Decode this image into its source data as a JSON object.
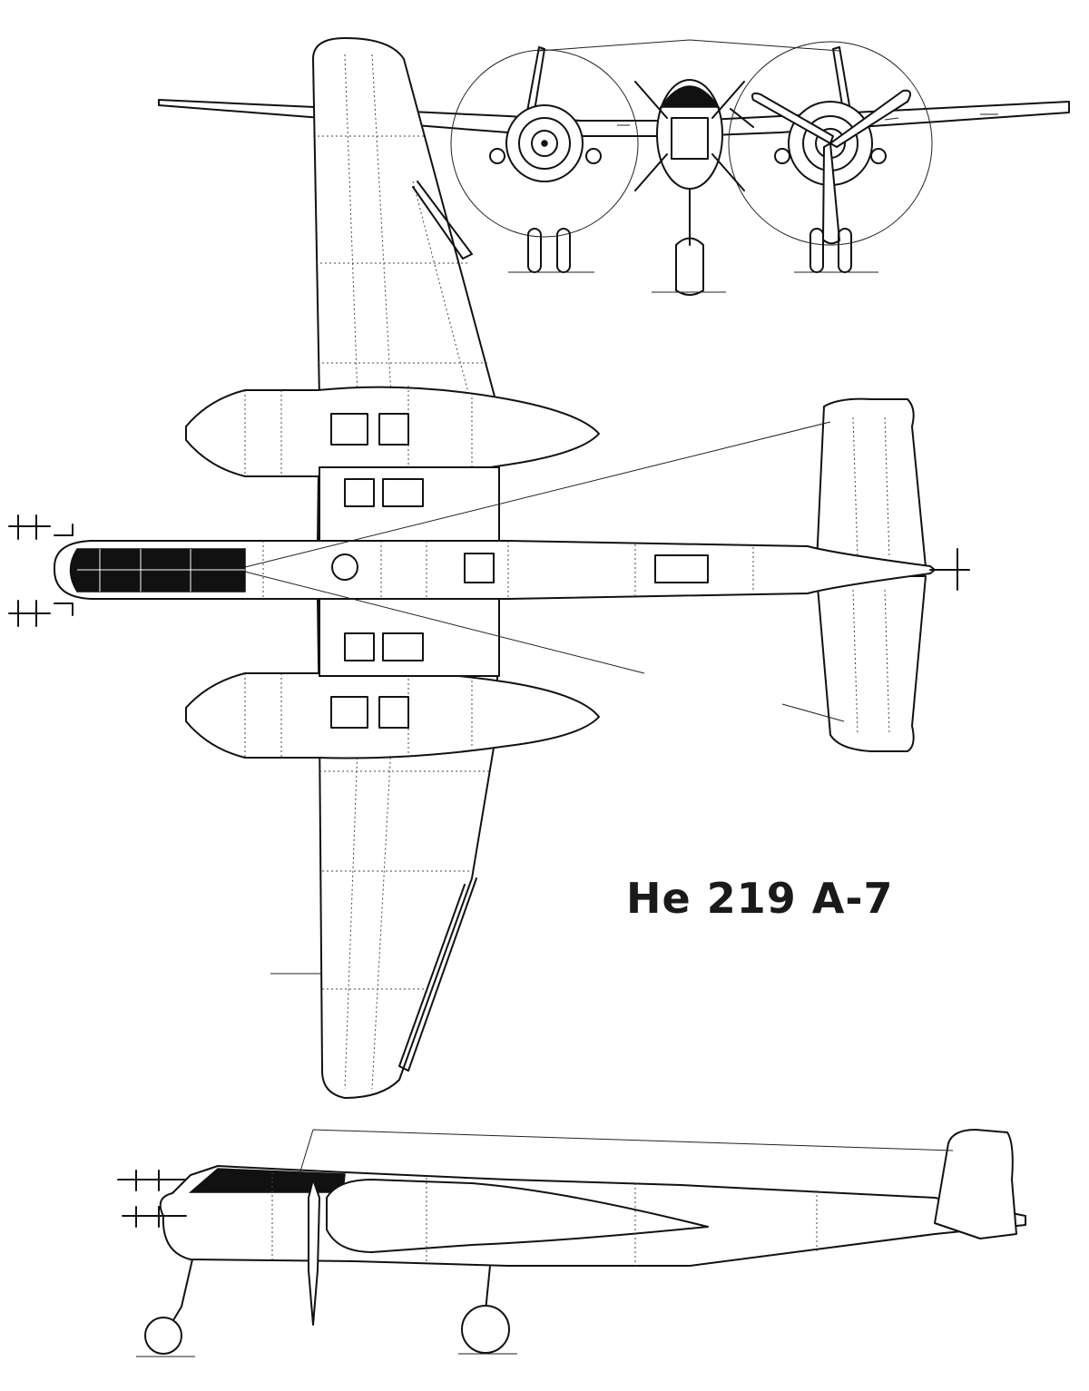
{
  "title": "He 219 A-7",
  "views": [
    {
      "name": "front-view"
    },
    {
      "name": "plan-view"
    },
    {
      "name": "side-view"
    }
  ],
  "colors": {
    "line": "#111111",
    "background": "#ffffff"
  }
}
